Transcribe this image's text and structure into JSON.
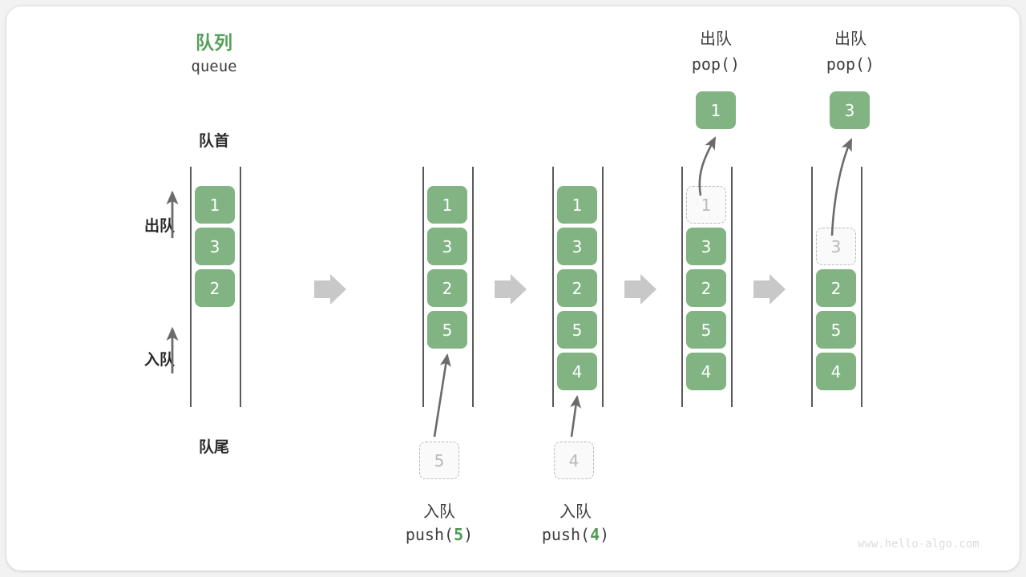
{
  "figure": {
    "title_cn": "队列",
    "title_en": "queue",
    "front_label": "队首",
    "rear_label": "队尾",
    "dequeue_label": "出队",
    "enqueue_label": "入队",
    "watermark": "www.hello-algo.com",
    "accent_green": "#81b383",
    "title_green": "#55a05a",
    "ghost_gray": "#b9b9b9",
    "arrow_gray": "#6b6b6b",
    "separator_gray": "#c8c8c8"
  },
  "panels": [
    {
      "id": "initial",
      "name": "initial-queue",
      "items": [
        {
          "value": "1",
          "state": "filled"
        },
        {
          "value": "3",
          "state": "filled"
        },
        {
          "value": "2",
          "state": "filled"
        }
      ]
    },
    {
      "id": "after-push-5",
      "name": "queue-after-push-5",
      "items": [
        {
          "value": "1",
          "state": "filled"
        },
        {
          "value": "3",
          "state": "filled"
        },
        {
          "value": "2",
          "state": "filled"
        },
        {
          "value": "5",
          "state": "filled"
        }
      ],
      "incoming": {
        "value": "5",
        "state": "ghost"
      },
      "caption_cn": "入队",
      "caption_code_prefix": "push(",
      "caption_code_num": "5",
      "caption_code_suffix": ")"
    },
    {
      "id": "after-push-4",
      "name": "queue-after-push-4",
      "items": [
        {
          "value": "1",
          "state": "filled"
        },
        {
          "value": "3",
          "state": "filled"
        },
        {
          "value": "2",
          "state": "filled"
        },
        {
          "value": "5",
          "state": "filled"
        },
        {
          "value": "4",
          "state": "filled"
        }
      ],
      "incoming": {
        "value": "4",
        "state": "ghost"
      },
      "caption_cn": "入队",
      "caption_code_prefix": "push(",
      "caption_code_num": "4",
      "caption_code_suffix": ")"
    },
    {
      "id": "after-pop-1",
      "name": "queue-after-pop-1",
      "items": [
        {
          "value": "1",
          "state": "ghost"
        },
        {
          "value": "3",
          "state": "filled"
        },
        {
          "value": "2",
          "state": "filled"
        },
        {
          "value": "5",
          "state": "filled"
        },
        {
          "value": "4",
          "state": "filled"
        }
      ],
      "outgoing": {
        "value": "1",
        "state": "filled"
      },
      "caption_cn": "出队",
      "caption_code": "pop()"
    },
    {
      "id": "after-pop-3",
      "name": "queue-after-pop-3",
      "items": [
        {
          "value": "",
          "state": "empty"
        },
        {
          "value": "3",
          "state": "ghost"
        },
        {
          "value": "2",
          "state": "filled"
        },
        {
          "value": "5",
          "state": "filled"
        },
        {
          "value": "4",
          "state": "filled"
        }
      ],
      "outgoing": {
        "value": "3",
        "state": "filled"
      },
      "caption_cn": "出队",
      "caption_code": "pop()"
    }
  ]
}
